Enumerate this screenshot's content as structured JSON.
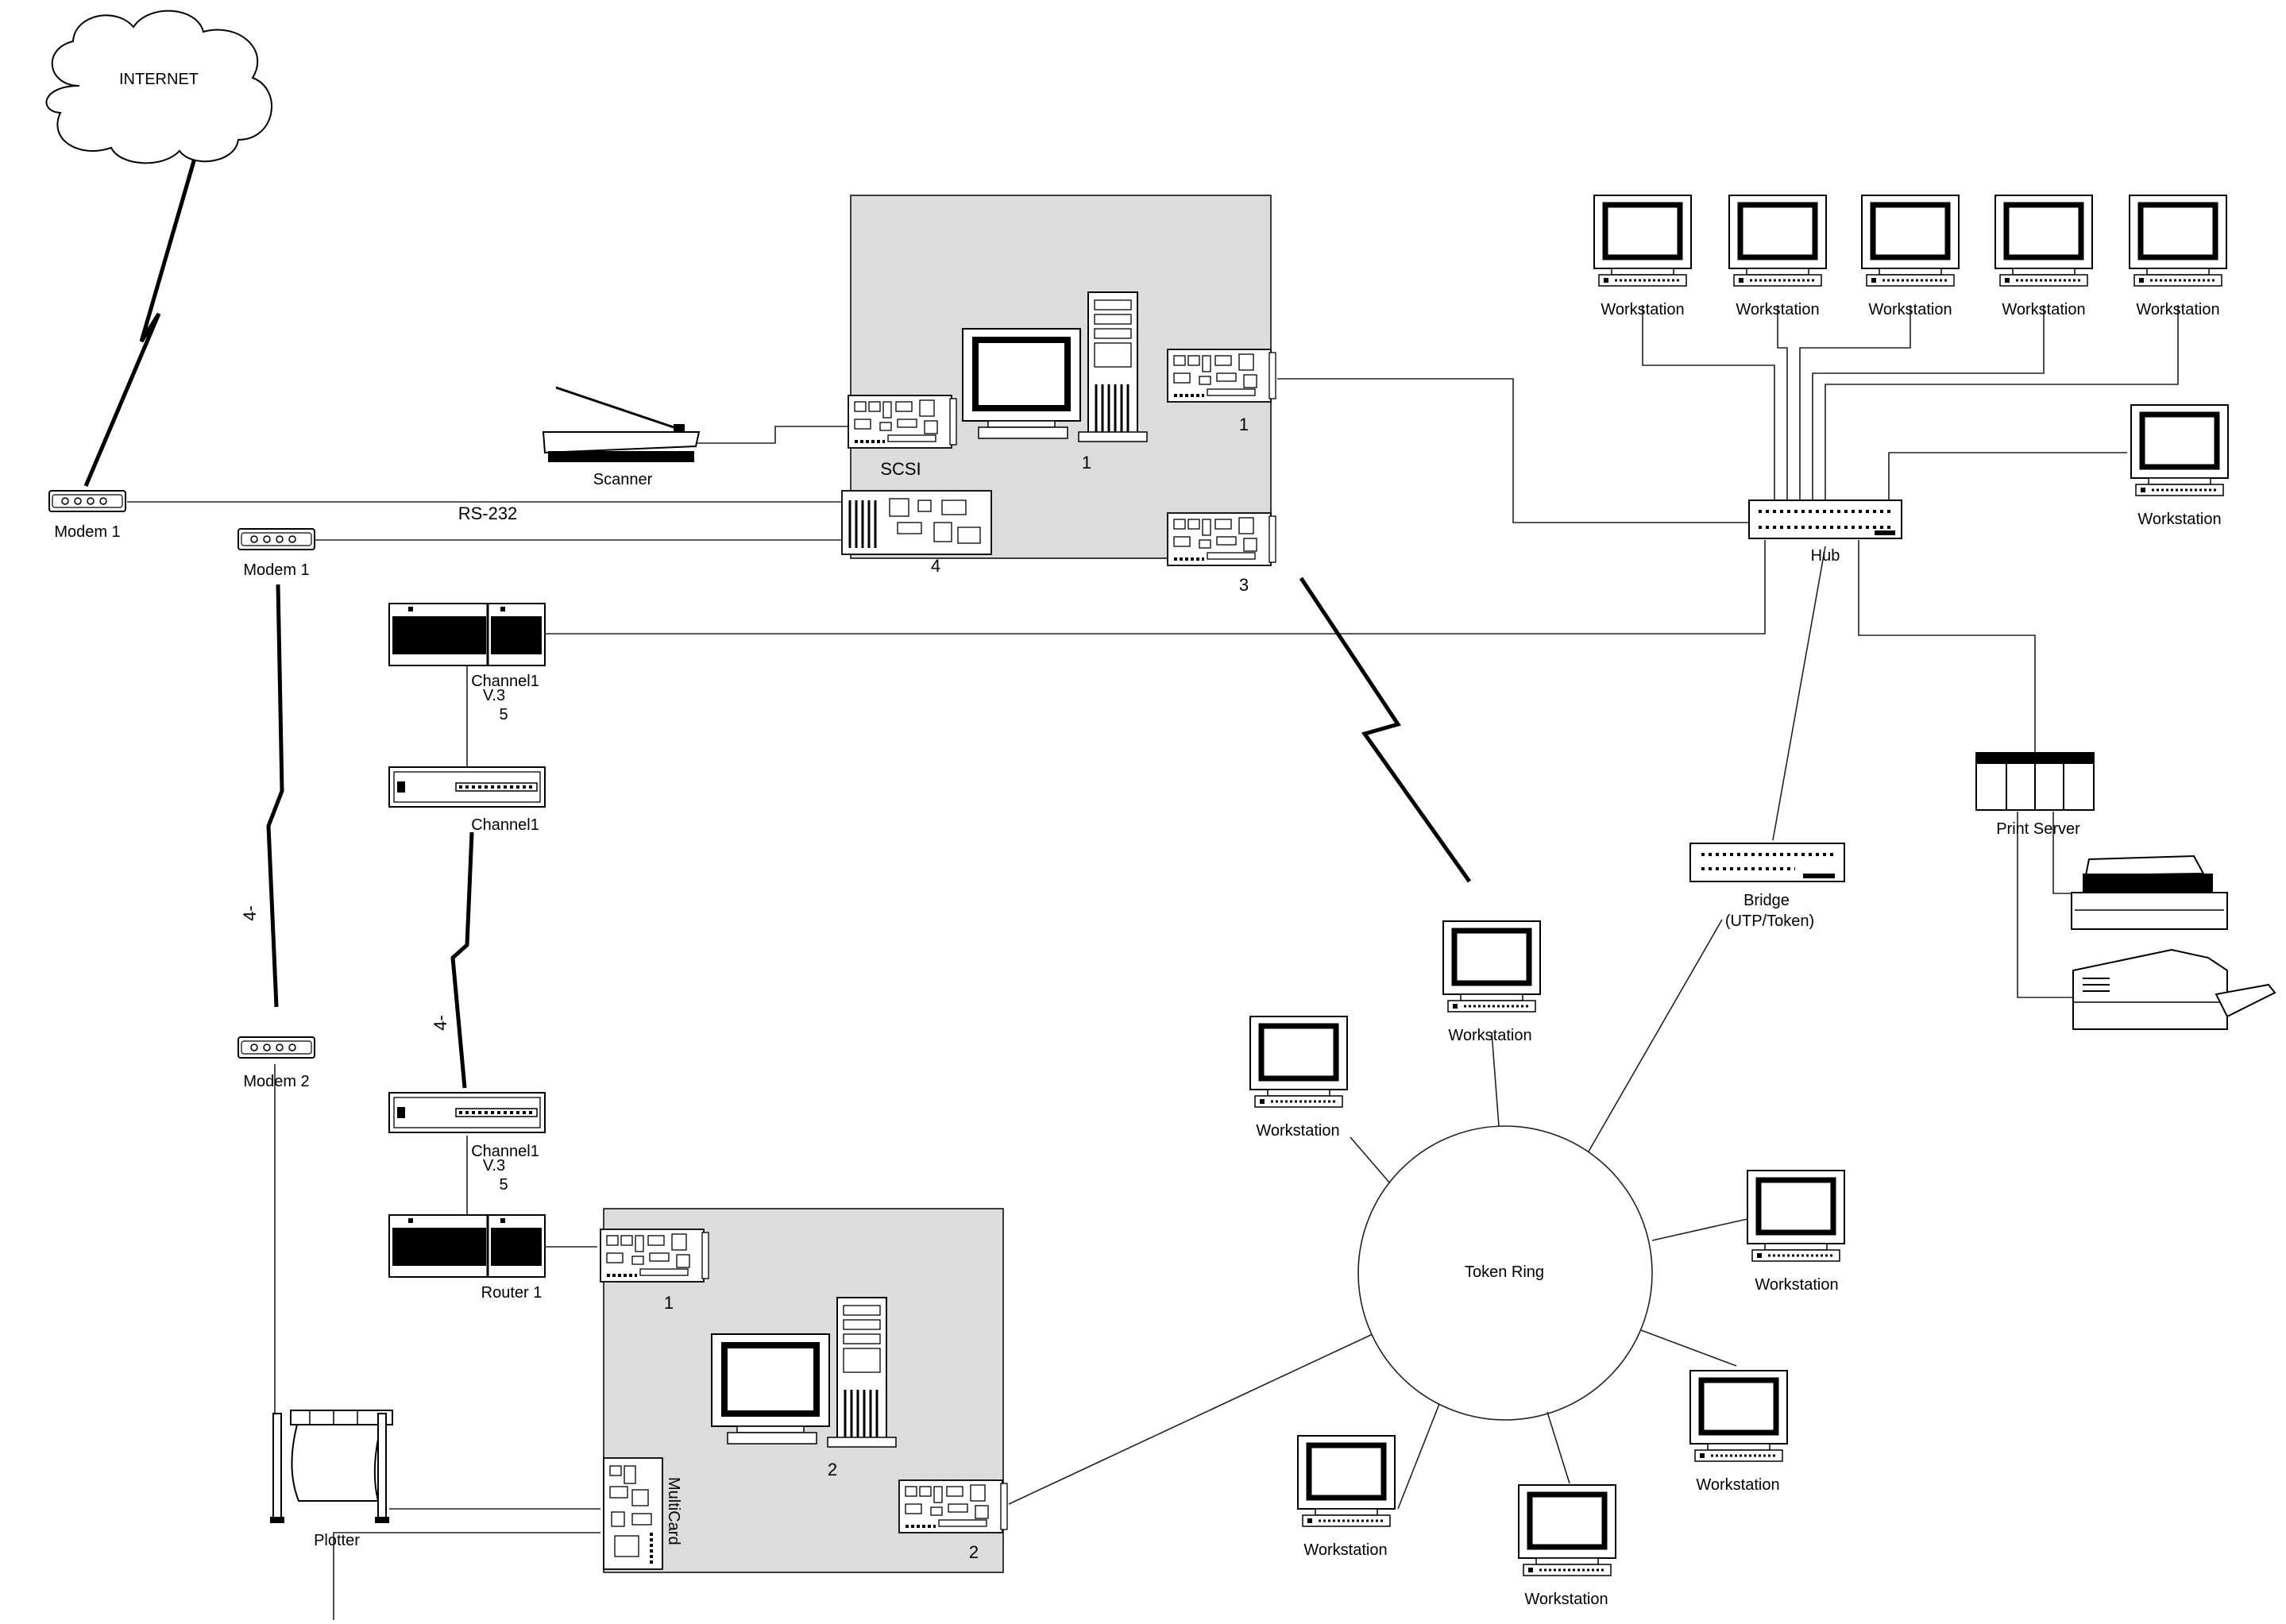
{
  "diagram": {
    "labels": {
      "internet": "INTERNET",
      "modem_top": "Modem 1",
      "modem_left": "Modem 1",
      "modem_bottom": "Modem 2",
      "rs232": "RS-232",
      "scanner": "Scanner",
      "scsi": "SCSI",
      "server1_num": "1",
      "card1_num": "1",
      "card3_num": "3",
      "card4_num": "4",
      "channel1_top": "Channel1",
      "v3_top": "V.3",
      "five_top": "5",
      "channel1_mid": "Channel1",
      "channel1_bottom": "Channel1",
      "v3_bottom": "V.3",
      "five_bottom": "5",
      "router1": "Router 1",
      "four_left": "4-",
      "four_mid": "4-",
      "server2_num": "2",
      "card_s2_num1": "1",
      "card_s2_num2": "2",
      "multicard": "MultiCard",
      "plotter": "Plotter",
      "hub": "Hub",
      "bridge_line1": "Bridge",
      "bridge_line2": "(UTP/Token)",
      "print_server": "Print Server",
      "token_ring": "Token Ring",
      "workstation": "Workstation"
    }
  }
}
